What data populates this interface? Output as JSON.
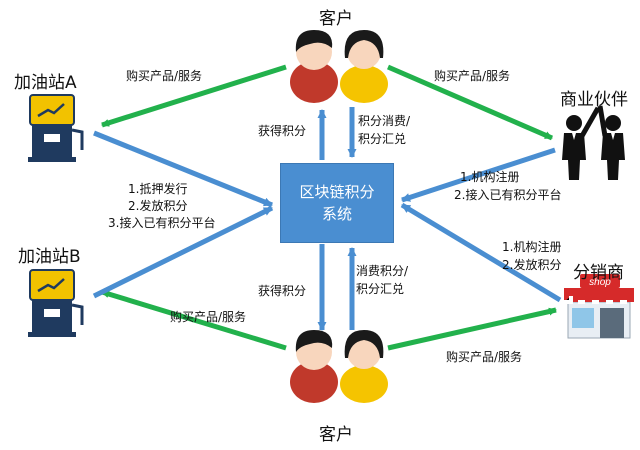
{
  "center": {
    "line1": "区块链积分",
    "line2": "系统"
  },
  "nodes": {
    "customer_top": "客户",
    "customer_bottom": "客户",
    "station_a": "加油站A",
    "station_b": "加油站B",
    "partner": "商业伙伴",
    "distributor": "分销商",
    "shop_sign": "shop"
  },
  "labels": {
    "buy_top_left": "购买产品/服务",
    "buy_top_right": "购买产品/服务",
    "buy_bottom_left": "购买产品/服务",
    "buy_bottom_right": "购买产品/服务",
    "earn_top": "获得积分",
    "earn_bottom": "获得积分",
    "redeem_top_1": "积分消费/",
    "redeem_top_2": "积分汇兑",
    "redeem_bottom_1": "消费积分/",
    "redeem_bottom_2": "积分汇兑",
    "station_1": "1.抵押发行",
    "station_2": "2.发放积分",
    "station_3": "3.接入已有积分平台",
    "partner_1": "1.机构注册",
    "partner_2": "2.接入已有积分平台",
    "distributor_1": "1.机构注册",
    "distributor_2": "2.发放积分"
  },
  "colors": {
    "green": "#22b14c",
    "blue": "#4a8ed1"
  }
}
